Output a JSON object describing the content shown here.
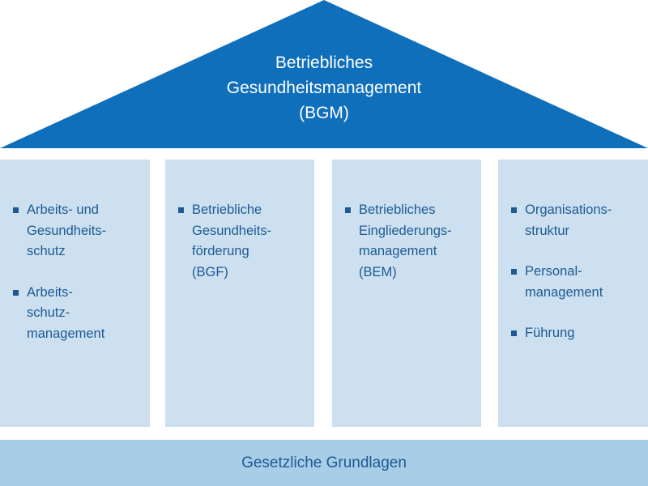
{
  "colors": {
    "roof": "#0f6fbb",
    "pillar": "#cde0ef",
    "foundation": "#a8cde6",
    "text_dark": "#1d5a94",
    "text_light": "#ffffff"
  },
  "roof": {
    "lines": [
      "Betriebliches",
      "Gesundheitsmanagement",
      "(BGM)"
    ]
  },
  "pillars": [
    {
      "items": [
        {
          "lines": [
            "Arbeits- und",
            "Gesundheits-",
            "schutz"
          ]
        },
        {
          "lines": [
            "Arbeits-",
            "schutz-",
            "management"
          ]
        }
      ]
    },
    {
      "items": [
        {
          "lines": [
            "Betriebliche",
            "Gesundheits-",
            "förderung",
            "(BGF)"
          ]
        }
      ]
    },
    {
      "items": [
        {
          "lines": [
            "Betriebliches",
            "Eingliederungs-",
            "management",
            "(BEM)"
          ]
        }
      ]
    },
    {
      "items": [
        {
          "lines": [
            "Organisations-",
            "struktur"
          ]
        },
        {
          "lines": [
            "Personal-",
            "management"
          ]
        },
        {
          "lines": [
            "Führung"
          ]
        }
      ]
    }
  ],
  "foundation": {
    "label": "Gesetzliche Grundlagen"
  }
}
